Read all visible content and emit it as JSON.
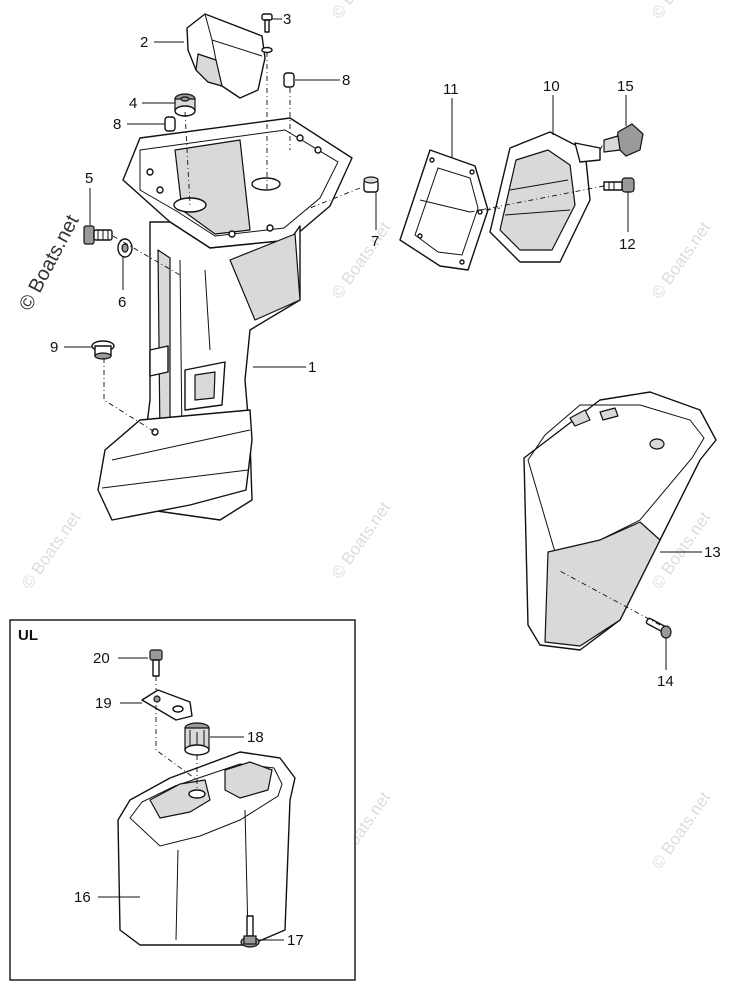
{
  "watermark": {
    "text": "© Boats.net"
  },
  "inset": {
    "label": "UL"
  },
  "callouts": {
    "c1": "1",
    "c2": "2",
    "c3": "3",
    "c4": "4",
    "c5": "5",
    "c6": "6",
    "c7": "7",
    "c8a": "8",
    "c8b": "8",
    "c9": "9",
    "c10": "10",
    "c11": "11",
    "c12": "12",
    "c13": "13",
    "c14": "14",
    "c15": "15",
    "c16": "16",
    "c17": "17",
    "c18": "18",
    "c19": "19",
    "c20": "20"
  },
  "colors": {
    "line": "#111111",
    "shade": "#d9d9d9",
    "watermark": "#dddddd"
  }
}
